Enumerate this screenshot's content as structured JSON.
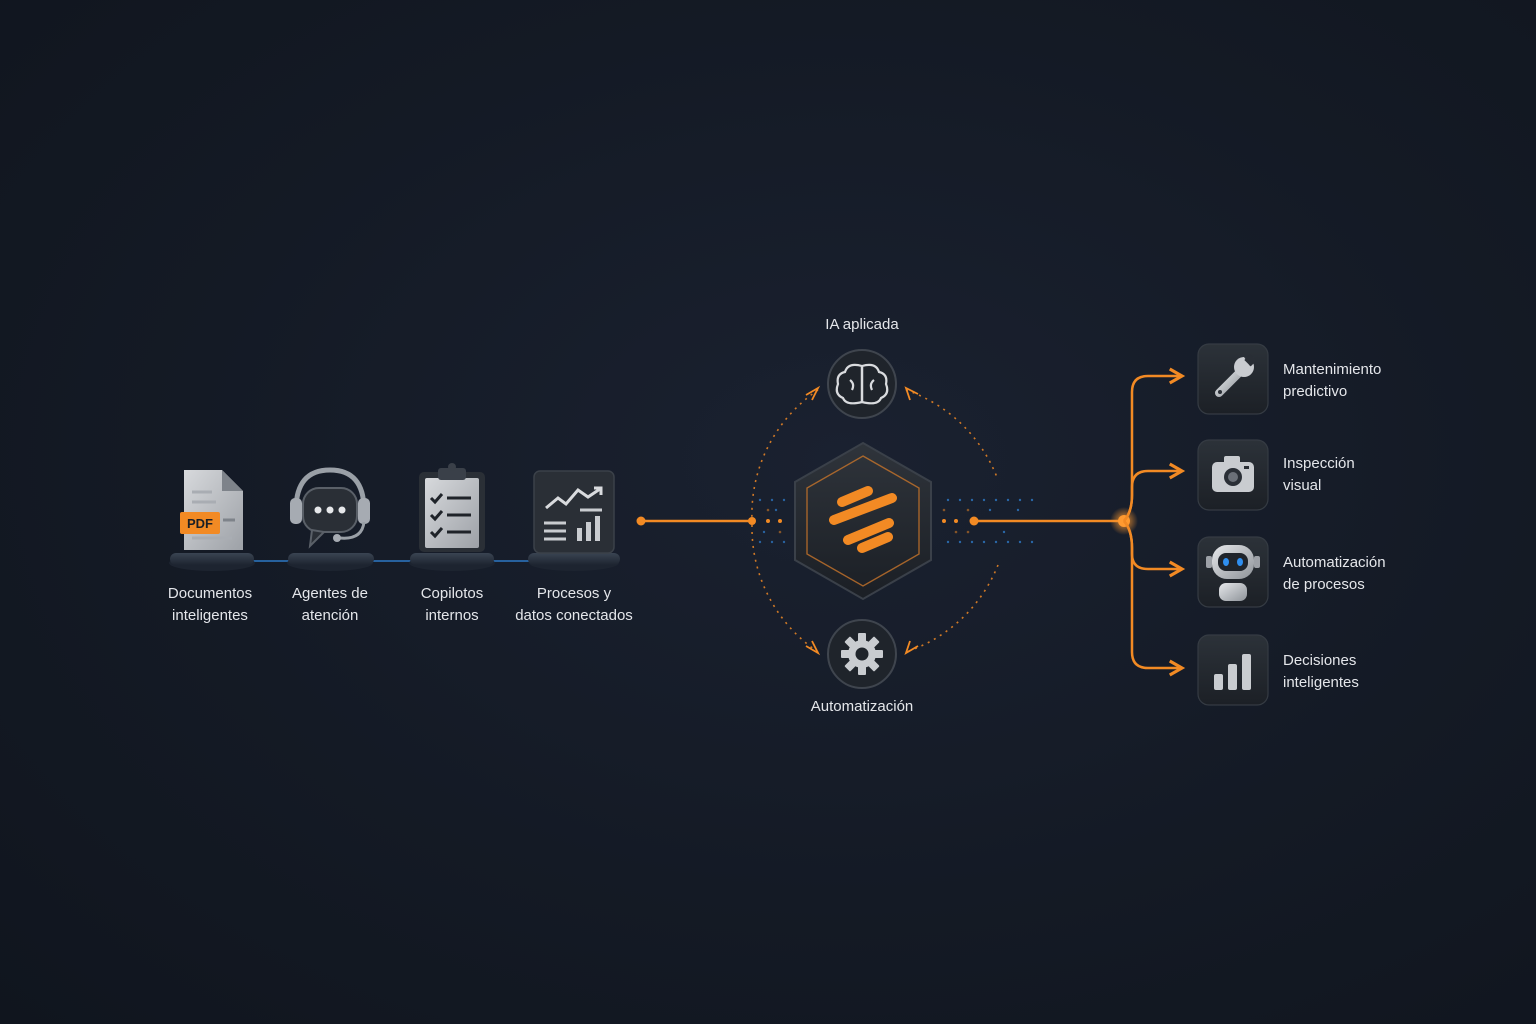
{
  "inputs": [
    {
      "line1": "Documentos",
      "line2": "inteligentes",
      "icon": "pdf-document-icon",
      "badge": "PDF"
    },
    {
      "line1": "Agentes de",
      "line2": "atención",
      "icon": "headset-chat-icon"
    },
    {
      "line1": "Copilotos",
      "line2": "internos",
      "icon": "clipboard-checklist-icon"
    },
    {
      "line1": "Procesos y",
      "line2": "datos conectados",
      "icon": "chart-dashboard-icon"
    }
  ],
  "core": {
    "top_label": "IA aplicada",
    "top_icon": "brain-icon",
    "bottom_label": "Automatización",
    "bottom_icon": "gear-icon",
    "center_icon": "logo-hexagon-icon"
  },
  "outputs": [
    {
      "line1": "Mantenimiento",
      "line2": "predictivo",
      "icon": "wrench-icon"
    },
    {
      "line1": "Inspección",
      "line2": "visual",
      "icon": "camera-icon"
    },
    {
      "line1": "Automatización",
      "line2": "de procesos",
      "icon": "robot-icon"
    },
    {
      "line1": "Decisiones",
      "line2": "inteligentes",
      "icon": "bar-chart-icon"
    }
  ],
  "colors": {
    "accent": "#f28a24",
    "accent_glow": "#ff9a30",
    "blue": "#2f7fd0",
    "tile": "#23282f"
  }
}
